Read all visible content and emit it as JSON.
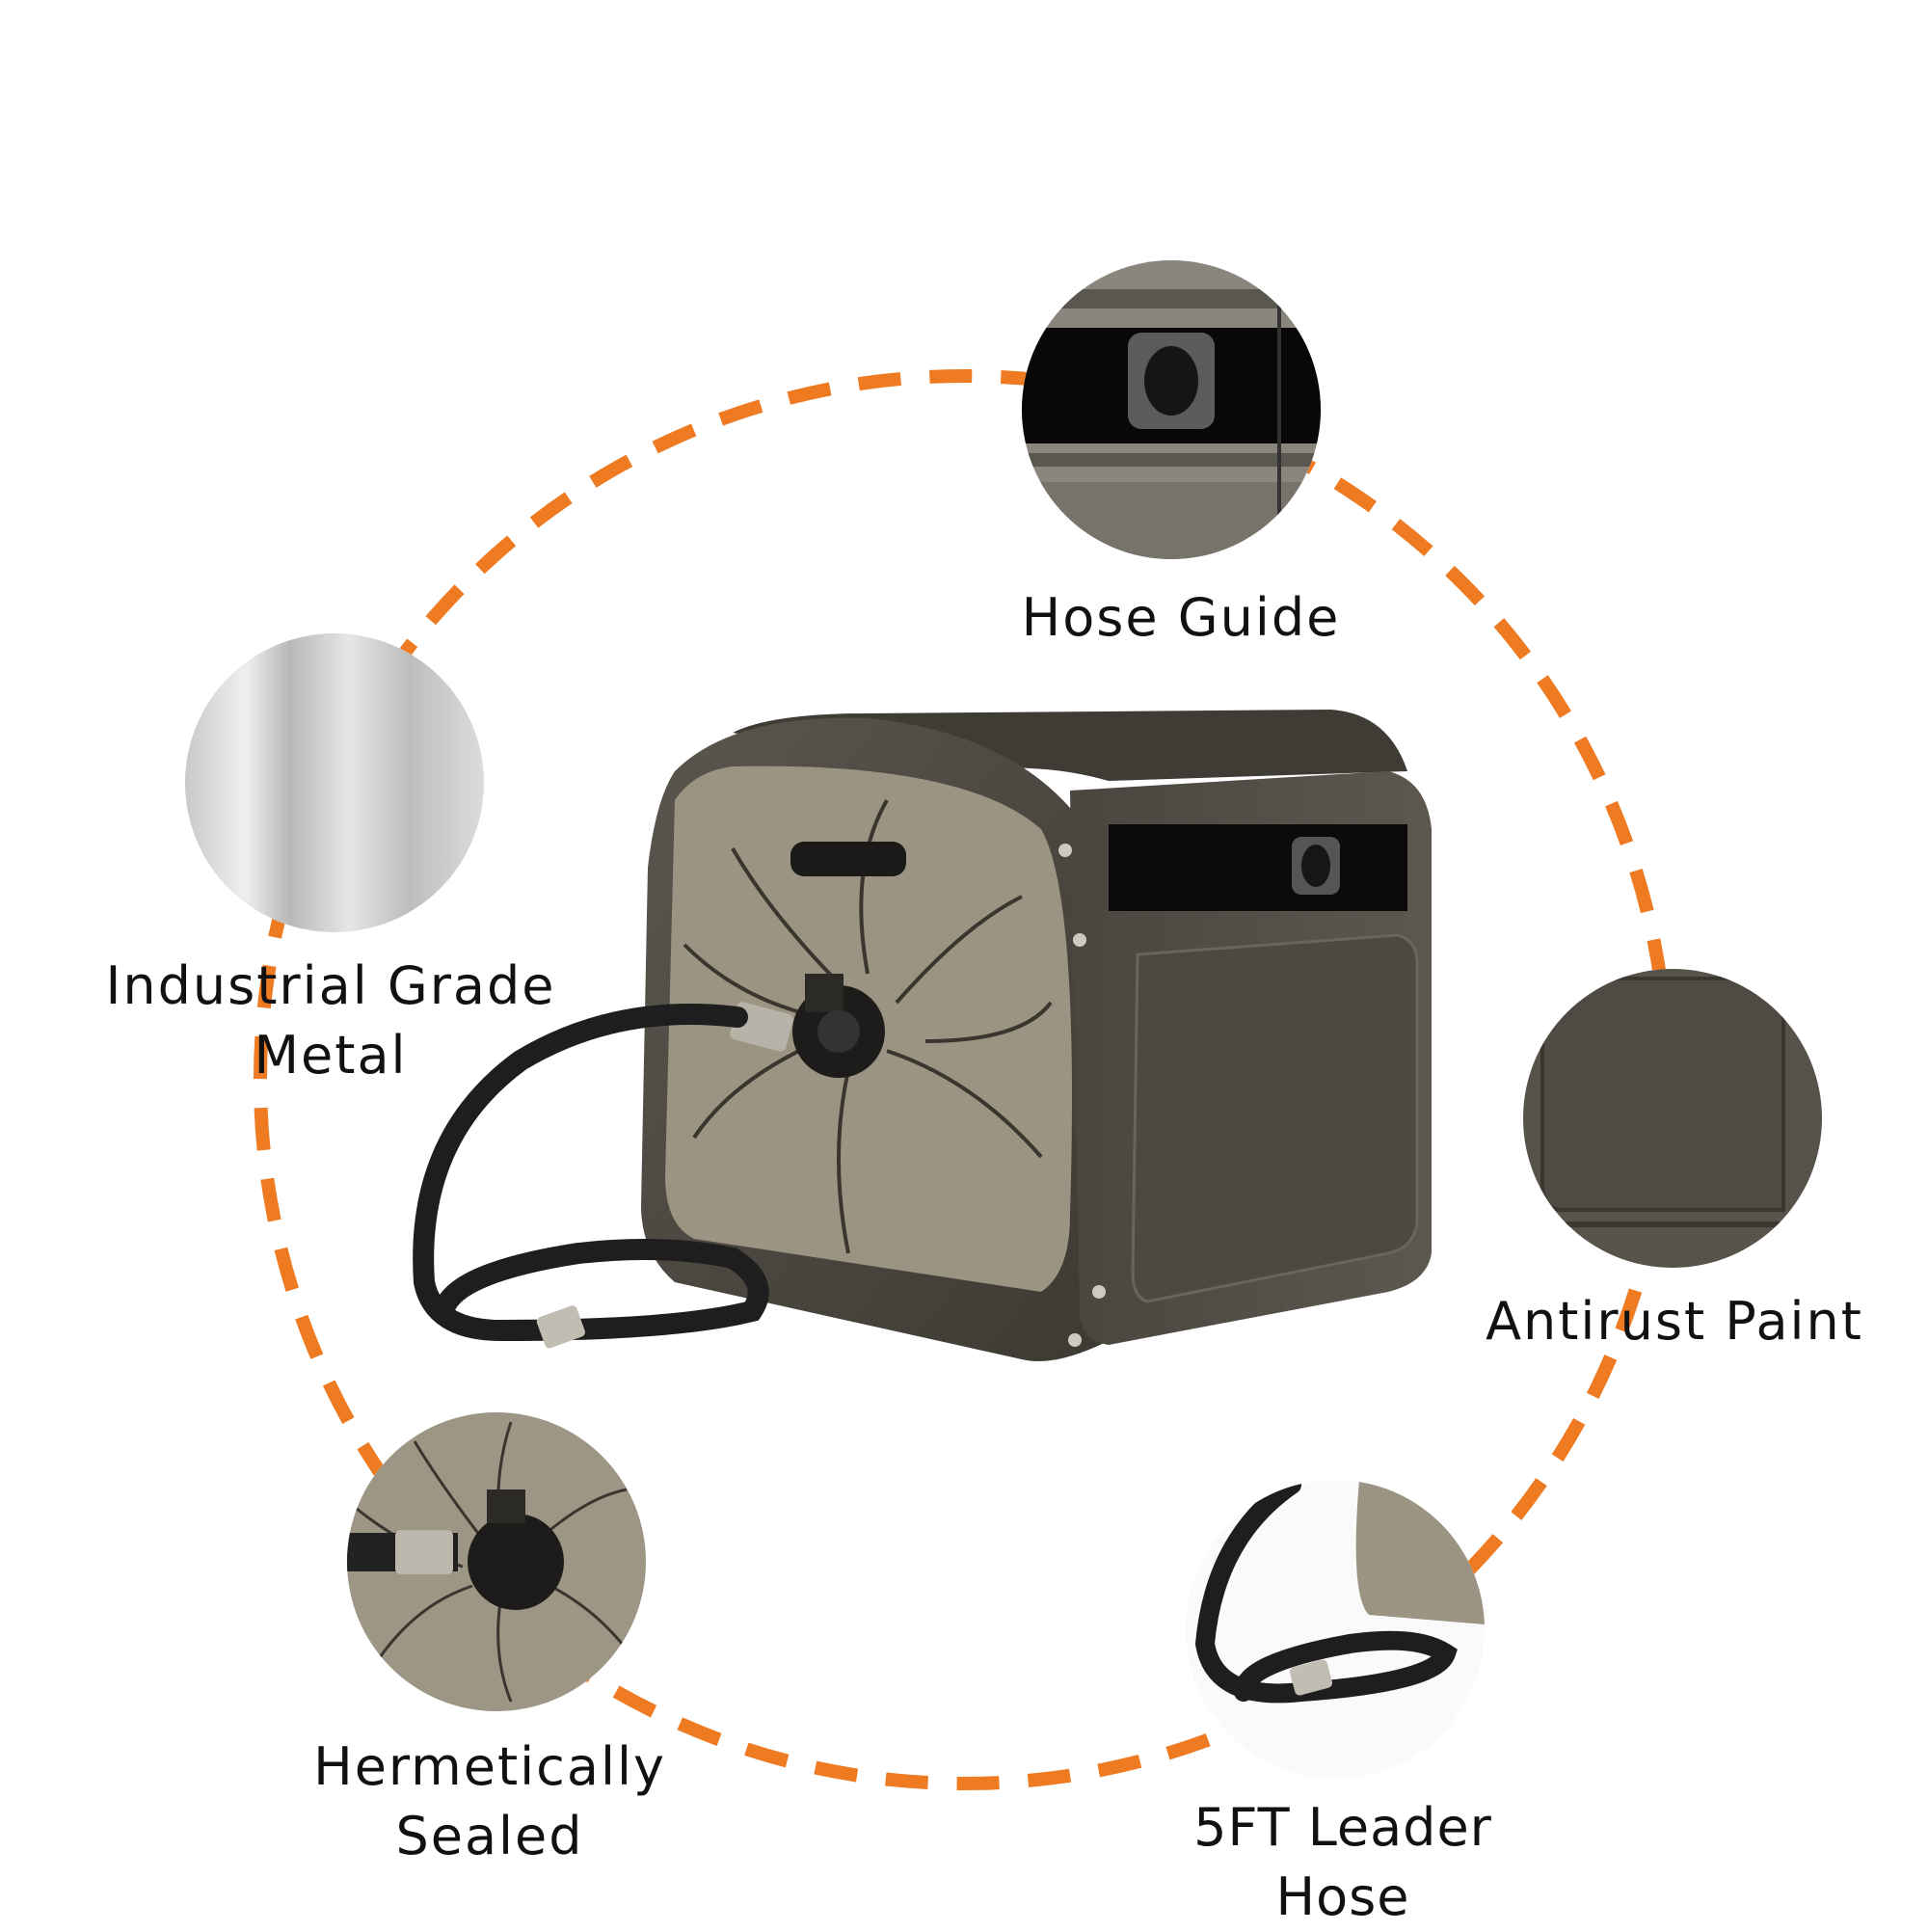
{
  "accent_color": "#EE7A22",
  "product": {
    "name": "hose-reel",
    "body_color": "#4f4b44",
    "panel_color": "#9b9482"
  },
  "features": [
    {
      "id": "hose-guide",
      "lines": [
        "Hose Guide"
      ]
    },
    {
      "id": "industrial-metal",
      "lines": [
        "Industrial Grade",
        "Metal"
      ]
    },
    {
      "id": "antirust-paint",
      "lines": [
        "Antirust Paint"
      ]
    },
    {
      "id": "hermetically-sealed",
      "lines": [
        "Hermetically",
        "Sealed"
      ]
    },
    {
      "id": "leader-hose",
      "lines": [
        "5FT Leader",
        "Hose"
      ]
    }
  ]
}
